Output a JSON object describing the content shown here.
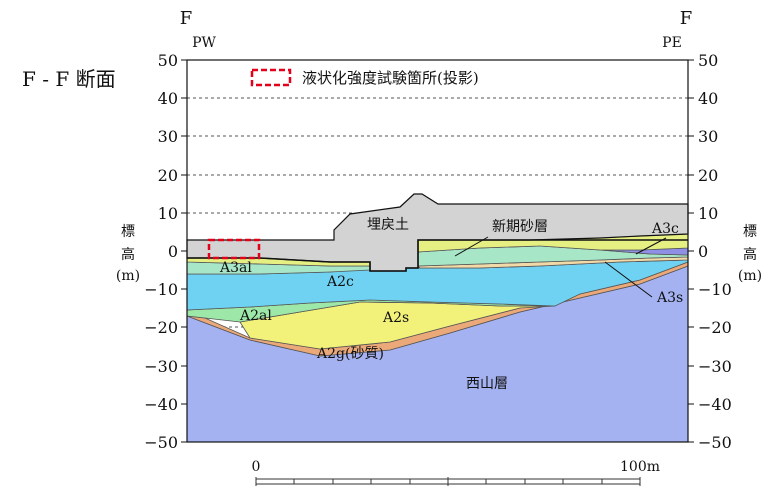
{
  "section": {
    "title": "F - F 断面",
    "left_end": {
      "letter": "F",
      "code": "PW"
    },
    "right_end": {
      "letter": "F",
      "code": "PE"
    }
  },
  "legend": {
    "text": "液状化強度試験箇所(投影)",
    "color": "#e3001b",
    "style": "dashed-box"
  },
  "axis": {
    "y_label_left": [
      "標",
      "高",
      "(m)"
    ],
    "y_label_right": [
      "標",
      "高",
      "(m)"
    ],
    "y_ticks": [
      {
        "value": 50,
        "label": "50"
      },
      {
        "value": 40,
        "label": "40"
      },
      {
        "value": 30,
        "label": "30"
      },
      {
        "value": 20,
        "label": "20"
      },
      {
        "value": 10,
        "label": "10"
      },
      {
        "value": 0,
        "label": "0"
      },
      {
        "value": -10,
        "label": "−10"
      },
      {
        "value": -20,
        "label": "−20"
      },
      {
        "value": -30,
        "label": "−30"
      },
      {
        "value": -40,
        "label": "−40"
      },
      {
        "value": -50,
        "label": "−50"
      }
    ],
    "y_range": [
      -50,
      50
    ],
    "grid": "dashed"
  },
  "scale_bar": {
    "start": "0",
    "end": "100m"
  },
  "layers": [
    {
      "id": "fill",
      "label": "埋戻土",
      "color": "#d3d3d3"
    },
    {
      "id": "new-sand",
      "label": "新期砂層",
      "color": "#e6ef82"
    },
    {
      "id": "a3c",
      "label": "A3c",
      "color": "#8f8fe6"
    },
    {
      "id": "a3al",
      "label": "A3al",
      "color": "#a8e6c8"
    },
    {
      "id": "a3s",
      "label": "A3s",
      "color": "#f2d9a8"
    },
    {
      "id": "a2c",
      "label": "A2c",
      "color": "#6fd2f2"
    },
    {
      "id": "a2al",
      "label": "A2al",
      "color": "#9de8a8"
    },
    {
      "id": "a2s",
      "label": "A2s",
      "color": "#f2f27a"
    },
    {
      "id": "a2g",
      "label": "A2g(砂質)",
      "color": "#eba97a"
    },
    {
      "id": "nishiyama",
      "label": "西山層",
      "color": "#a5b2f2"
    }
  ]
}
